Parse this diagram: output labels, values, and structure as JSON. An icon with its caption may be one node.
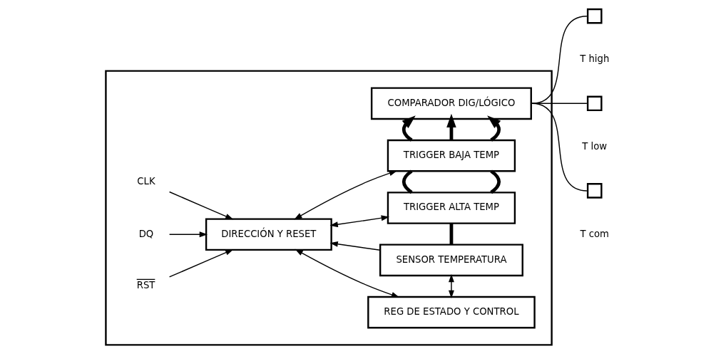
{
  "diagram": {
    "nodes": [
      {
        "text": [],
        "shape": "box"
      },
      {
        "text": [
          "DIRECCIÓN Y RESET"
        ],
        "in": 0
      },
      {
        "text": [
          "REG DE ESTADO Y CONTROL"
        ],
        "in": 0
      },
      {
        "text": [
          "SENSOR TEMPERATURA"
        ],
        "in": 0
      },
      {
        "text": [
          "TRIGGER ALTA TEMP"
        ],
        "in": 0
      },
      {
        "text": [
          "TRIGGER BAJA TEMP"
        ],
        "in": 0
      },
      {
        "text": [
          "COMPARADOR DIG/LÓGICO"
        ],
        "in": 0
      },
      {
        "text": [
          "CLK"
        ],
        "in": 0
      },
      {
        "text": [
          "DQ"
        ],
        "in": 0
      },
      {
        "text": [
          "RST"
        ],
        "in": 0
      },
      {
        "text": [],
        "shape": "box",
        "beside": [
          "T high"
        ]
      },
      {
        "text": [],
        "shape": "box",
        "beside": [
          "T low"
        ]
      },
      {
        "text": [],
        "shape": "box",
        "beside": [
          "T com"
        ]
      }
    ],
    "edges": [
      {
        "from": 7,
        "to": 1,
        "arrow": "to"
      },
      {
        "from": 8,
        "to": 1,
        "arrow": "to"
      },
      {
        "from": 9,
        "to": 1,
        "arrow": "to"
      },
      {
        "from": 1,
        "to": 2,
        "arrow": "both"
      },
      {
        "from": 2,
        "to": 3,
        "arrow": "both"
      },
      {
        "from": 3,
        "to": 1,
        "arrow": "to"
      },
      {
        "from": 1,
        "to": 4,
        "arrow": "both"
      },
      {
        "from": 1,
        "to": 5,
        "arrow": "both"
      },
      {
        "from": 3,
        "to": 4,
        "arrow": "none",
        "style": "thick"
      },
      {
        "from": 4,
        "to": 5,
        "arrow": "none",
        "style": "thick"
      },
      {
        "from": 4,
        "to": 5,
        "arrow": "none",
        "style": "thick"
      },
      {
        "from": 5,
        "to": 6,
        "arrow": "to",
        "style": "thick"
      },
      {
        "from": 5,
        "to": 6,
        "arrow": "to",
        "style": "thick"
      },
      {
        "from": 5,
        "to": 6,
        "arrow": "to",
        "style": "thick"
      },
      {
        "from": 6,
        "to": 10,
        "arrow": "none"
      },
      {
        "from": 6,
        "to": 11,
        "arrow": "none"
      },
      {
        "from": 6,
        "to": 12,
        "arrow": "none"
      }
    ]
  }
}
